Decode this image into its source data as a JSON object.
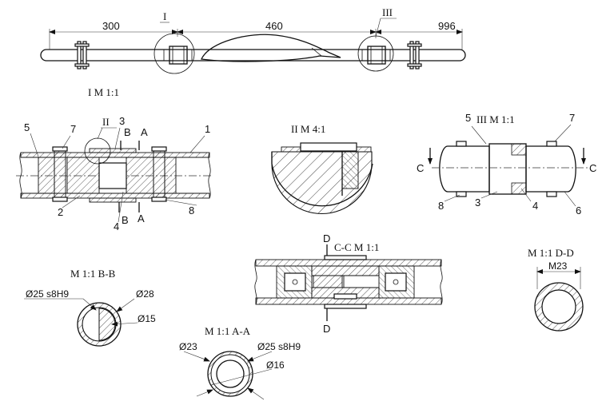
{
  "overview": {
    "dim_left": "300",
    "dim_mid": "460",
    "dim_right": "996",
    "callout_1": "I",
    "callout_3": "III"
  },
  "section_I": {
    "title": "I  M 1:1",
    "callouts": {
      "c5": "5",
      "c7": "7",
      "cII": "II",
      "c3": "3",
      "cB_top": "B",
      "cA_top": "A",
      "c1": "1",
      "c2": "2",
      "cB_bot": "B",
      "c4": "4",
      "cA_bot": "A",
      "c8": "8"
    }
  },
  "detail_II": {
    "title": "II  M 4:1"
  },
  "section_III": {
    "title": "III  M 1:1",
    "callouts": {
      "c5": "5",
      "c7": "7",
      "cC_left": "C",
      "cC_right": "C",
      "c8": "8",
      "c3": "3",
      "c4": "4",
      "c6": "6"
    }
  },
  "section_BB": {
    "title": "M 1:1   B-B",
    "dim_fit": "Ø25 s8H9",
    "dim_outer": "Ø28",
    "dim_inner": "Ø15"
  },
  "section_CC": {
    "title": "C-C  M 1:1",
    "cD_top": "D",
    "cD_bot": "D"
  },
  "section_DD": {
    "title": "M 1:1  D-D",
    "dim_thread": "M23"
  },
  "section_AA": {
    "title": "M 1:1  A-A",
    "dim_outer": "Ø23",
    "dim_fit": "Ø25 s8H9",
    "dim_inner": "Ø16"
  }
}
